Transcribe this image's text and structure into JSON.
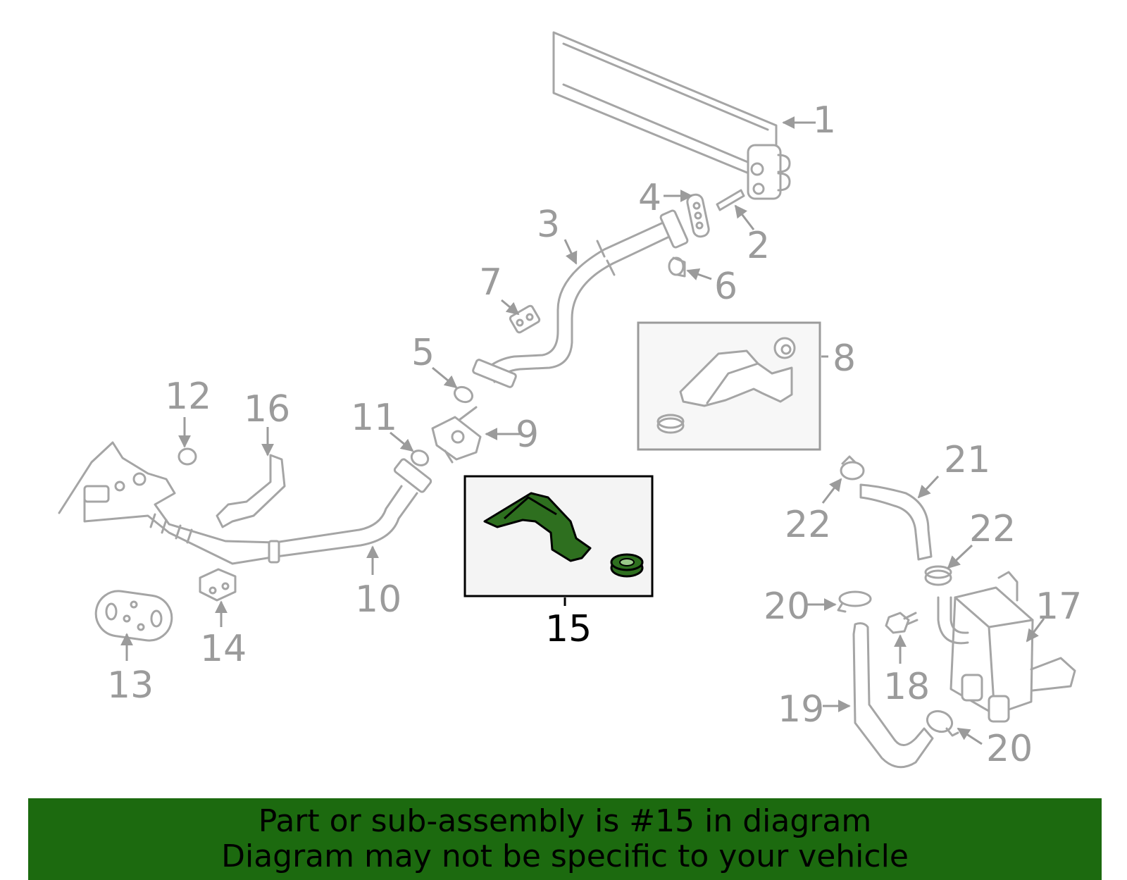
{
  "diagram": {
    "highlight_color": "#2e6f1f",
    "callouts": {
      "c1": "1",
      "c2": "2",
      "c3": "3",
      "c4": "4",
      "c5": "5",
      "c6": "6",
      "c7": "7",
      "c8": "8",
      "c9": "9",
      "c10": "10",
      "c11": "11",
      "c12": "12",
      "c13": "13",
      "c14": "14",
      "c15": "15",
      "c16": "16",
      "c17": "17",
      "c18": "18",
      "c19": "19",
      "c20a": "20",
      "c20b": "20",
      "c21": "21",
      "c22a": "22",
      "c22b": "22"
    }
  },
  "banner": {
    "color": "#1c6a0f",
    "line1": "Part or sub-assembly is #15 in diagram",
    "line2": "Diagram may not be specific to your vehicle"
  }
}
